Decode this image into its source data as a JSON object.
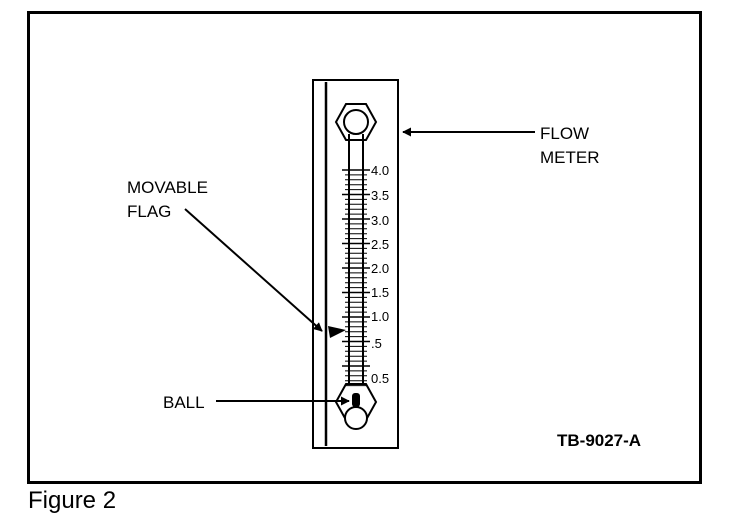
{
  "labels": {
    "flow_meter": [
      "FLOW",
      "METER"
    ],
    "movable_flag": [
      "MOVABLE",
      "FLAG"
    ],
    "ball": "BALL"
  },
  "scale_labels": [
    "4.0",
    "3.5",
    "3.0",
    "2.5",
    "2.0",
    "1.5",
    "1.0",
    ".5",
    "0.5"
  ],
  "figure_code": "TB-9027-A",
  "caption": "Figure 2"
}
